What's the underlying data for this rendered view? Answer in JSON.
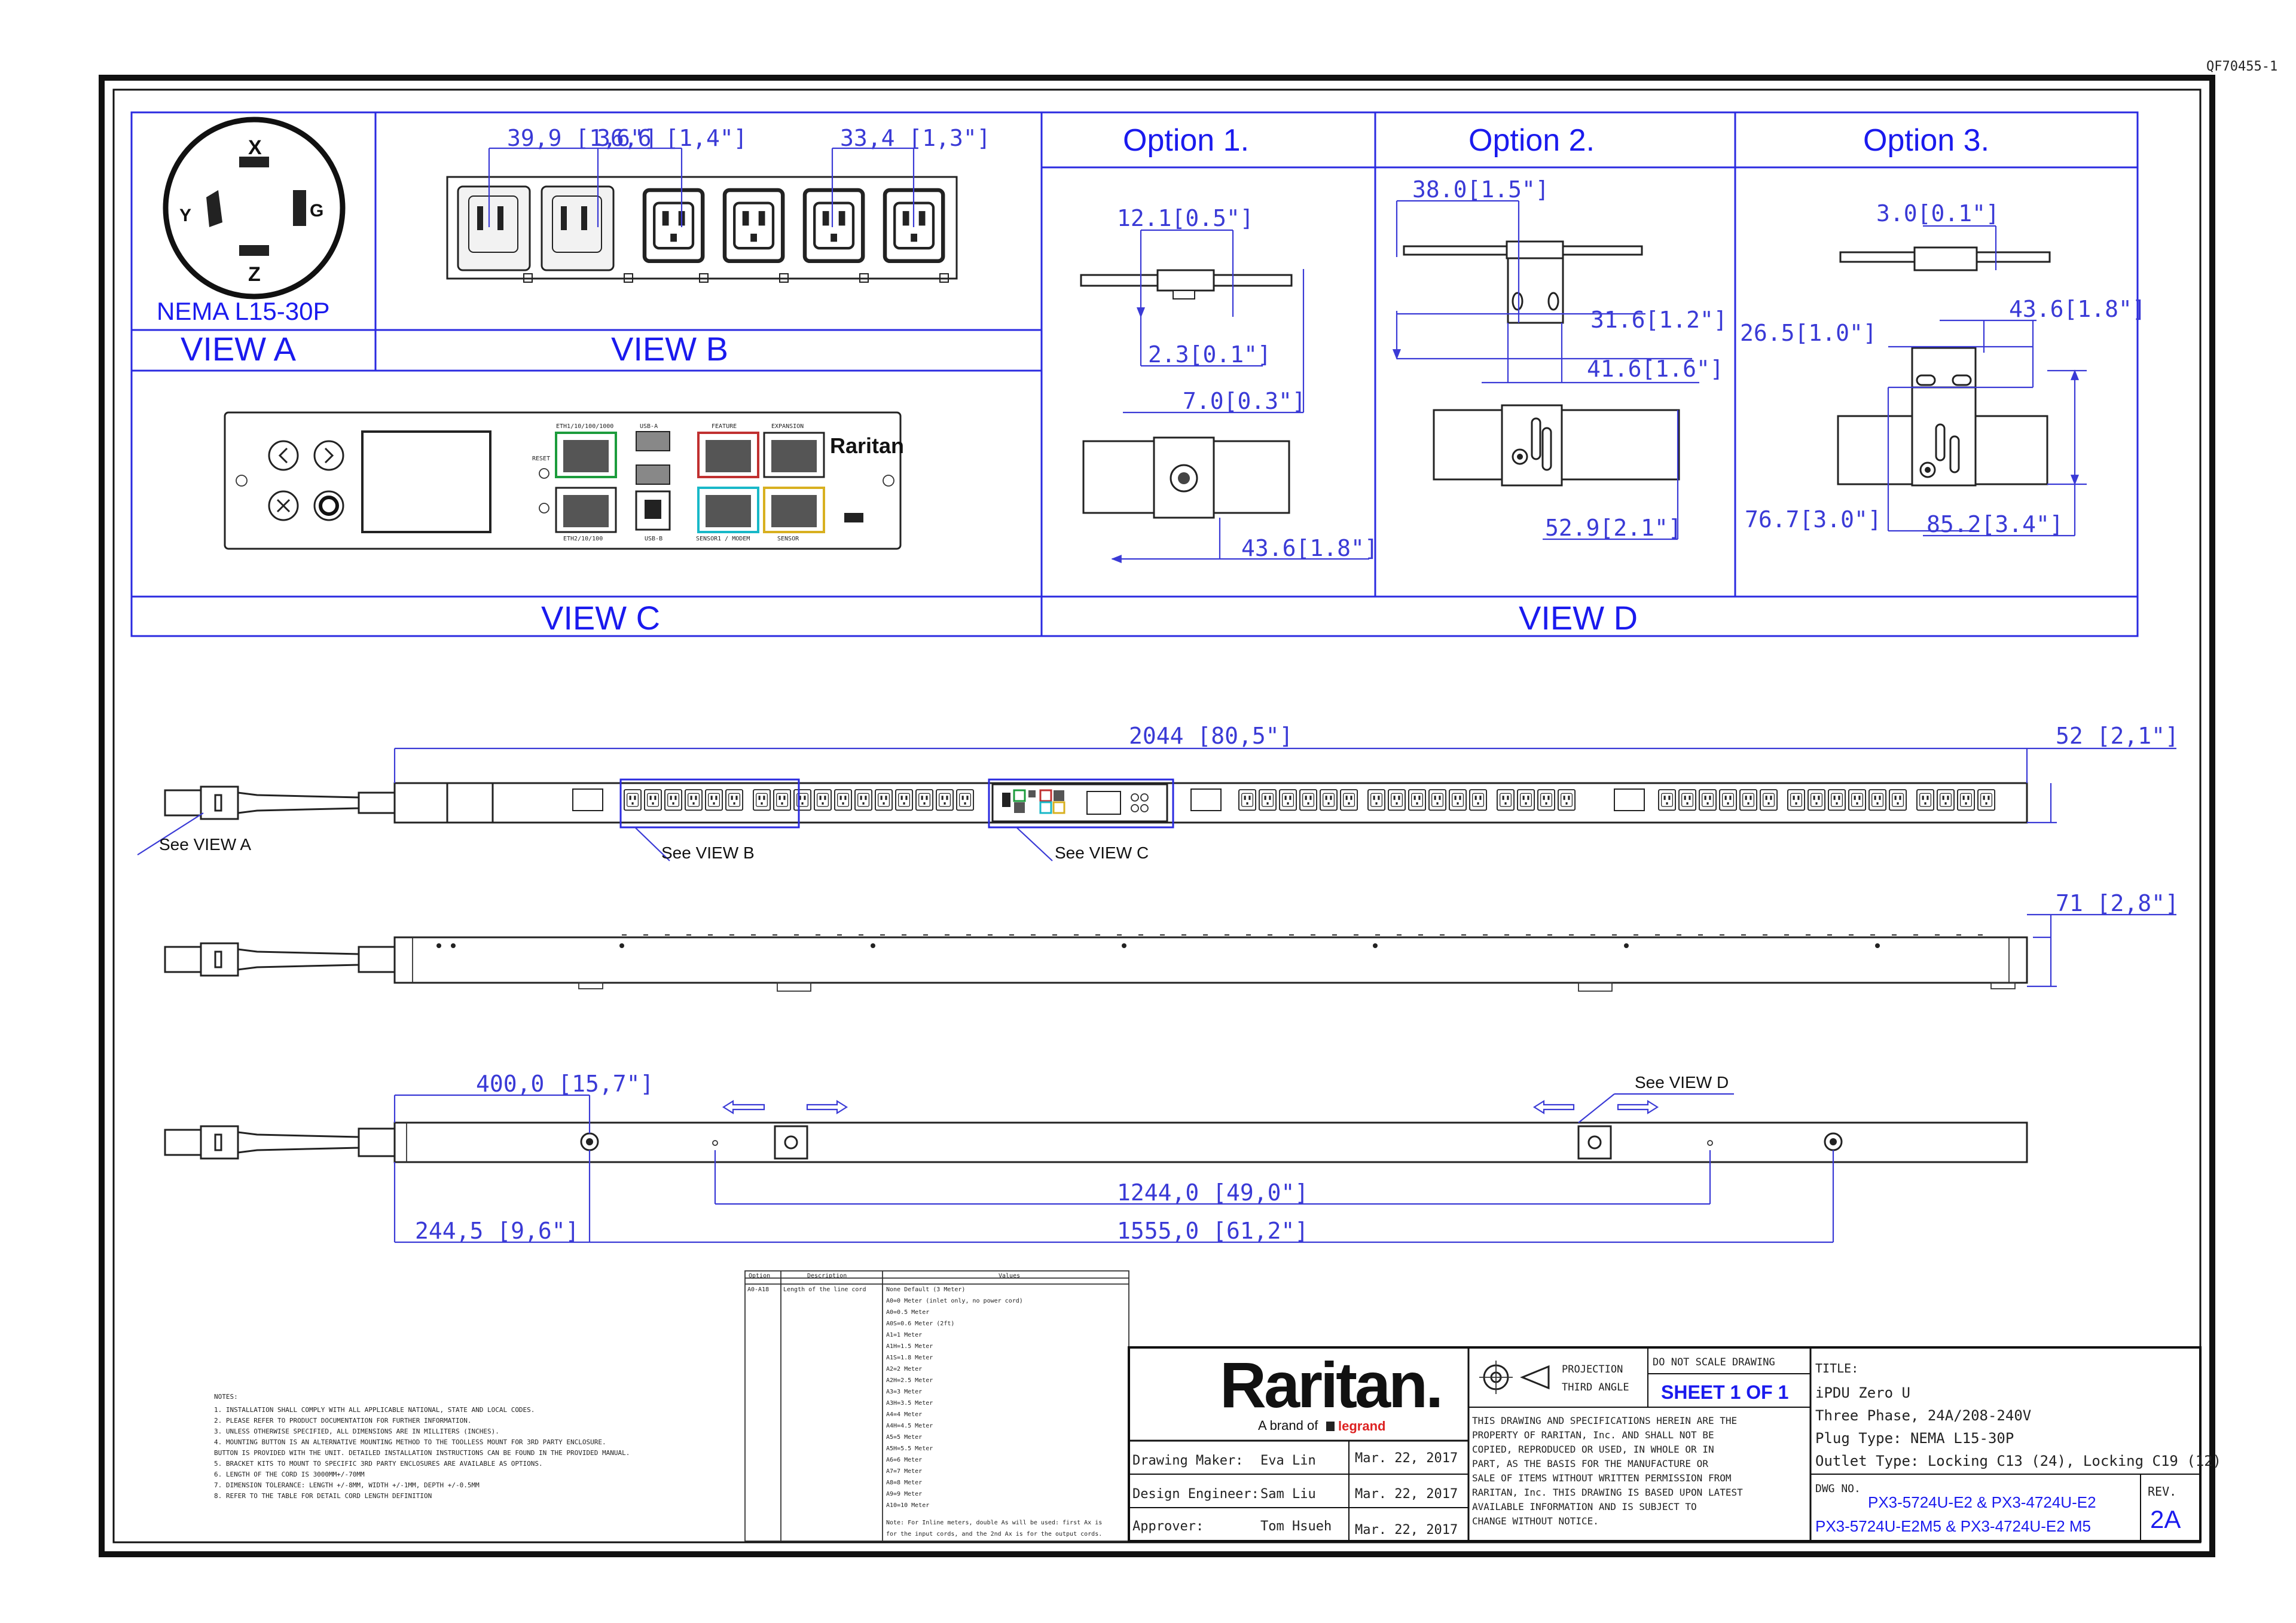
{
  "doc_ref": "QF70455-1",
  "views": {
    "a": {
      "plug_name": "NEMA L15-30P",
      "label": "VIEW A",
      "pins": [
        "X",
        "Y",
        "G",
        "Z"
      ]
    },
    "b": {
      "label": "VIEW B",
      "dims": [
        "39,9 [1,6\"]",
        "36,6 [1,4\"]",
        "33,4 [1,3\"]"
      ]
    },
    "c": {
      "label": "VIEW C",
      "brand": "Raritan",
      "ports": [
        "ETH1/10/100/1000",
        "USB-A",
        "FEATURE",
        "EXPANSION",
        "RESET",
        "ETH2/10/100",
        "USB-B",
        "SENSOR1 / MODEM",
        "SENSOR"
      ]
    },
    "d": {
      "label": "VIEW D"
    }
  },
  "options": [
    {
      "title": "Option 1.",
      "dims": [
        "12.1[0.5\"]",
        "2.3[0.1\"]",
        "7.0[0.3\"]",
        "43.6[1.8\"]"
      ]
    },
    {
      "title": "Option  2.",
      "dims": [
        "38.0[1.5\"]",
        "31.6[1.2\"]",
        "41.6[1.6\"]",
        "52.9[2.1\"]"
      ]
    },
    {
      "title": "Option 3.",
      "dims": [
        "3.0[0.1\"]",
        "43.6[1.8\"]",
        "26.5[1.0\"]",
        "76.7[3.0\"]",
        "85.2[3.4\"]"
      ]
    }
  ],
  "front": {
    "length": "2044  [80,5\"]",
    "depth": "52  [2,1\"]",
    "callouts": [
      "See VIEW A",
      "See VIEW B",
      "See VIEW C"
    ]
  },
  "side": {
    "width": "71  [2,8\"]"
  },
  "back": {
    "dims": [
      "400,0  [15,7\"]",
      "1244,0  [49,0\"]",
      "244,5  [9,6\"]",
      "1555,0  [61,2\"]"
    ],
    "callout": "See VIEW D"
  },
  "cord_table": {
    "headers": [
      "Option",
      "Description",
      "Values"
    ],
    "option": "A0-A18",
    "description": "Length of the line cord",
    "values": [
      "None Default (3 Meter)",
      "A0=0 Meter (inlet only, no power cord)",
      "A0=0.5 Meter",
      "A0S=0.6 Meter (2ft)",
      "A1=1 Meter",
      "A1H=1.5 Meter",
      "A1S=1.8 Meter",
      "A2=2 Meter",
      "A2H=2.5 Meter",
      "A3=3 Meter",
      "A3H=3.5 Meter",
      "A4=4 Meter",
      "A4H=4.5 Meter",
      "A5=5 Meter",
      "A5H=5.5 Meter",
      "A6=6 Meter",
      "A7=7 Meter",
      "A8=8 Meter",
      "A9=9 Meter",
      "A10=10 Meter",
      "Note: For Inline meters, double As will be used: first Ax is",
      "for the input cords, and the 2nd Ax is for the output cords."
    ]
  },
  "notes": {
    "title": "NOTES:",
    "items": [
      "1. INSTALLATION SHALL COMPLY WITH ALL APPLICABLE NATIONAL, STATE AND LOCAL CODES.",
      "2. PLEASE REFER TO PRODUCT DOCUMENTATION FOR FURTHER INFORMATION.",
      "3. UNLESS OTHERWISE SPECIFIED, ALL DIMENSIONS ARE IN MILLITERS (INCHES).",
      "4. MOUNTING BUTTON IS AN ALTERNATIVE MOUNTING METHOD TO THE TOOLLESS MOUNT FOR 3RD PARTY ENCLOSURE.",
      "   BUTTON IS PROVIDED WITH THE UNIT. DETAILED INSTALLATION INSTRUCTIONS CAN BE FOUND IN THE PROVIDED MANUAL.",
      "5. BRACKET KITS TO MOUNT TO SPECIFIC 3RD PARTY ENCLOSURES ARE AVAILABLE AS OPTIONS.",
      "6. LENGTH OF THE CORD IS 3000MM+/-70MM",
      "7. DIMENSION TOLERANCE: LENGTH +/-8MM, WIDTH +/-1MM, DEPTH +/-0.5MM",
      "8. REFER TO THE TABLE FOR DETAIL CORD LENGTH DEFINITION"
    ]
  },
  "title_block": {
    "logo": "Raritan.",
    "brand_line": "A brand of",
    "brand_name": "legrand",
    "makers": [
      {
        "role": "Drawing Maker:",
        "name": "Eva Lin",
        "date": "Mar. 22, 2017"
      },
      {
        "role": "Design Engineer:",
        "name": "Sam Liu",
        "date": "Mar. 22, 2017"
      },
      {
        "role": "Approver:",
        "name": "Tom Hsueh",
        "date": "Mar. 22, 2017"
      }
    ],
    "projection": "PROJECTION",
    "projection2": "THIRD ANGLE",
    "no_scale": "DO NOT SCALE DRAWING",
    "sheet": "SHEET 1 OF 1",
    "disclaimer": [
      "THIS DRAWING AND SPECIFICATIONS HEREIN ARE THE",
      "PROPERTY OF RARITAN, Inc. AND SHALL NOT BE",
      "COPIED, REPRODUCED OR USED, IN WHOLE OR IN",
      "PART, AS THE BASIS FOR THE MANUFACTURE OR",
      "SALE OF ITEMS WITHOUT WRITTEN PERMISSION FROM",
      "RARITAN, Inc. THIS DRAWING IS BASED UPON LATEST",
      "AVAILABLE INFORMATION AND IS SUBJECT TO",
      "CHANGE WITHOUT NOTICE."
    ],
    "title_label": "TITLE:",
    "title_lines": [
      "iPDU Zero U",
      "Three Phase, 24A/208-240V",
      "Plug Type: NEMA L15-30P",
      "Outlet Type: Locking C13 (24), Locking C19 (12)"
    ],
    "dwg_label": "DWG NO.",
    "dwg_lines": [
      "PX3-5724U-E2 & PX3-4724U-E2",
      "PX3-5724U-E2M5 & PX3-4724U-E2 M5"
    ],
    "rev_label": "REV.",
    "rev": "2A"
  }
}
